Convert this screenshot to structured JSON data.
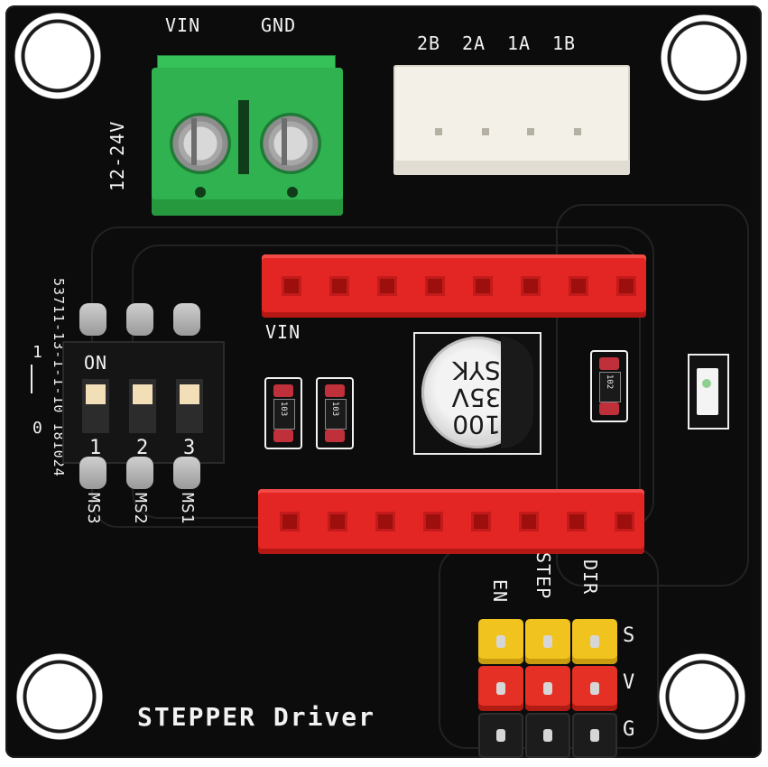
{
  "board": {
    "power": {
      "vin": "VIN",
      "gnd": "GND",
      "voltage": "12-24V"
    },
    "motor_pins": [
      "2B",
      "2A",
      "1A",
      "1B"
    ],
    "header_label": "VIN",
    "dip": {
      "on_label": "ON",
      "numbers": [
        "1",
        "2",
        "3"
      ],
      "pin_labels": [
        "MS3",
        "MS2",
        "MS1"
      ],
      "side_text": "53711-13-1-1-10 181024",
      "side_marks": [
        "1",
        "0"
      ]
    },
    "resistors": [
      "103",
      "103",
      "102"
    ],
    "capacitor": {
      "line1": "100",
      "line2": "35V",
      "line3": "SYK"
    },
    "signal_labels": [
      "EN",
      "STEP",
      "DIR"
    ],
    "row_labels": [
      "S",
      "V",
      "G"
    ],
    "title": "STEPPER Driver"
  }
}
